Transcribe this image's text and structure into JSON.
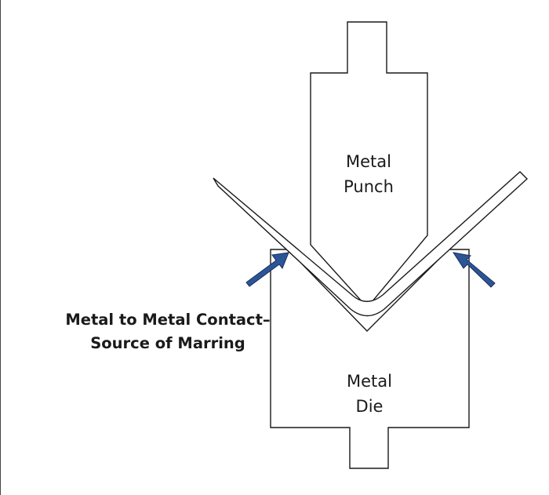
{
  "punch": {
    "label_line1": "Metal",
    "label_line2": "Punch"
  },
  "die": {
    "label_line1": "Metal",
    "label_line2": "Die"
  },
  "callout": {
    "line1": "Metal to Metal Contact–",
    "line2": "Source of Marring"
  },
  "colors": {
    "outline": "#1a1a1a",
    "arrow": "#2c5597",
    "arrow_edge": "#172f5a",
    "background": "#ffffff"
  }
}
